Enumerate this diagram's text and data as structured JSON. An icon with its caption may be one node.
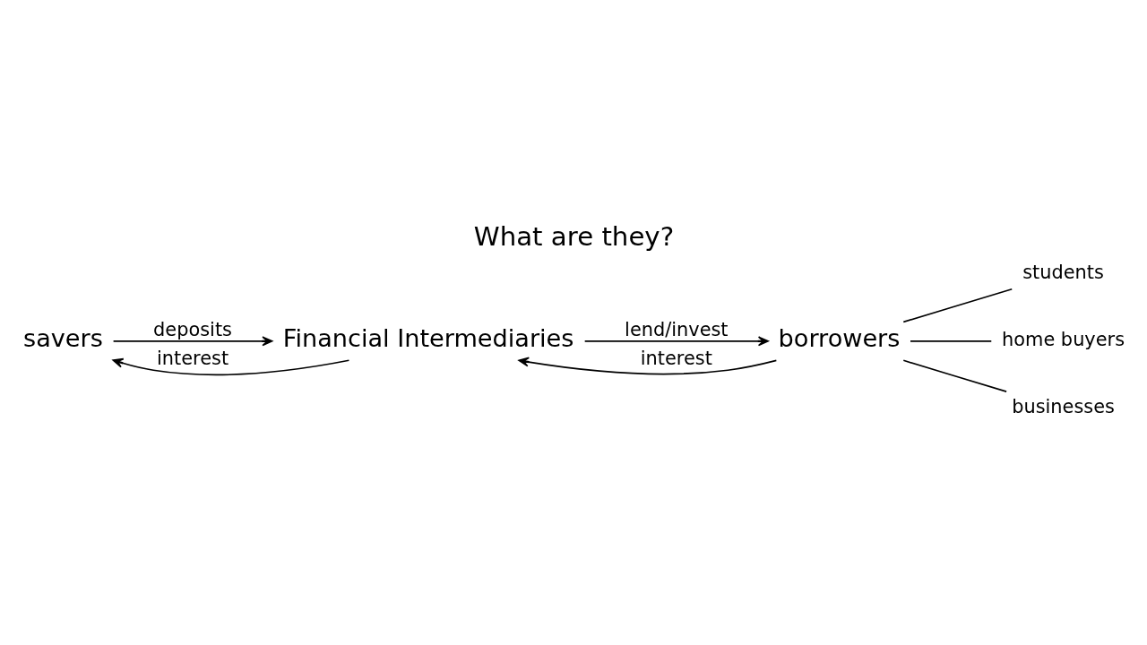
{
  "diagram": {
    "title": "What are they?",
    "nodes": [
      {
        "text": [
          "savers"
        ]
      },
      {
        "text": [
          "Financial Intermediaries"
        ]
      },
      {
        "text": [
          "borrowers"
        ]
      },
      {
        "text": [
          "students"
        ]
      },
      {
        "text": [
          "home buyers"
        ]
      },
      {
        "text": [
          "businesses"
        ]
      }
    ],
    "edges": [
      {
        "from": 0,
        "to": 1,
        "arrow": "to",
        "label": "deposits"
      },
      {
        "from": 1,
        "to": 2,
        "arrow": "to",
        "label": "lend/invest"
      },
      {
        "from": 2,
        "to": 1,
        "arrow": "to",
        "label": "interest"
      },
      {
        "from": 1,
        "to": 0,
        "arrow": "to",
        "label": "interest"
      },
      {
        "from": 2,
        "to": 3,
        "arrow": "none"
      },
      {
        "from": 2,
        "to": 4,
        "arrow": "none"
      },
      {
        "from": 2,
        "to": 5,
        "arrow": "none"
      }
    ]
  }
}
